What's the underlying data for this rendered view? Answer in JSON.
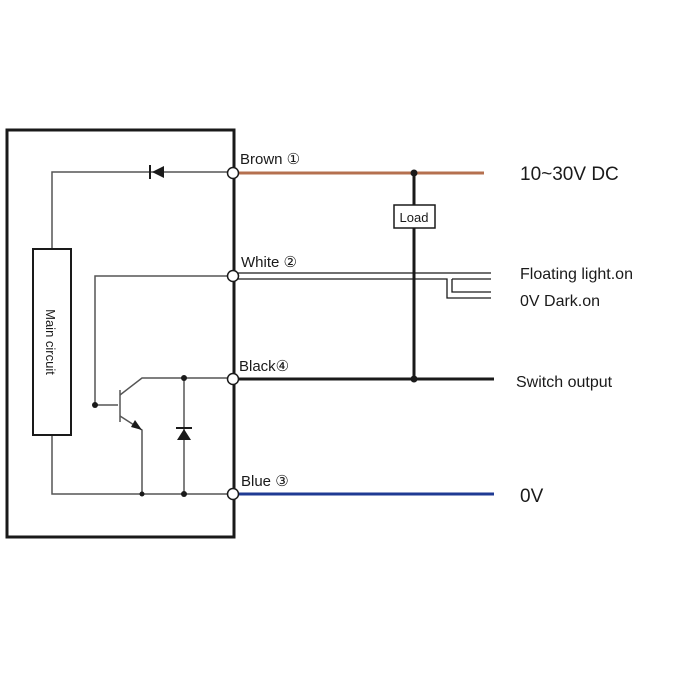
{
  "wires": {
    "brown": {
      "label": "Brown ①",
      "color": "#b5704f"
    },
    "white": {
      "label": "White ②",
      "color": "#ffffff"
    },
    "black": {
      "label": "Black④",
      "color": "#1a1a1a"
    },
    "blue": {
      "label": "Blue ③",
      "color": "#1f3a93"
    }
  },
  "outputs": {
    "supply": "10~30V DC",
    "floating": "Floating light.on",
    "dark": "0V Dark.on",
    "switch": "Switch output",
    "zero": "0V"
  },
  "components": {
    "load": "Load",
    "main_circuit": "Main circuit"
  }
}
